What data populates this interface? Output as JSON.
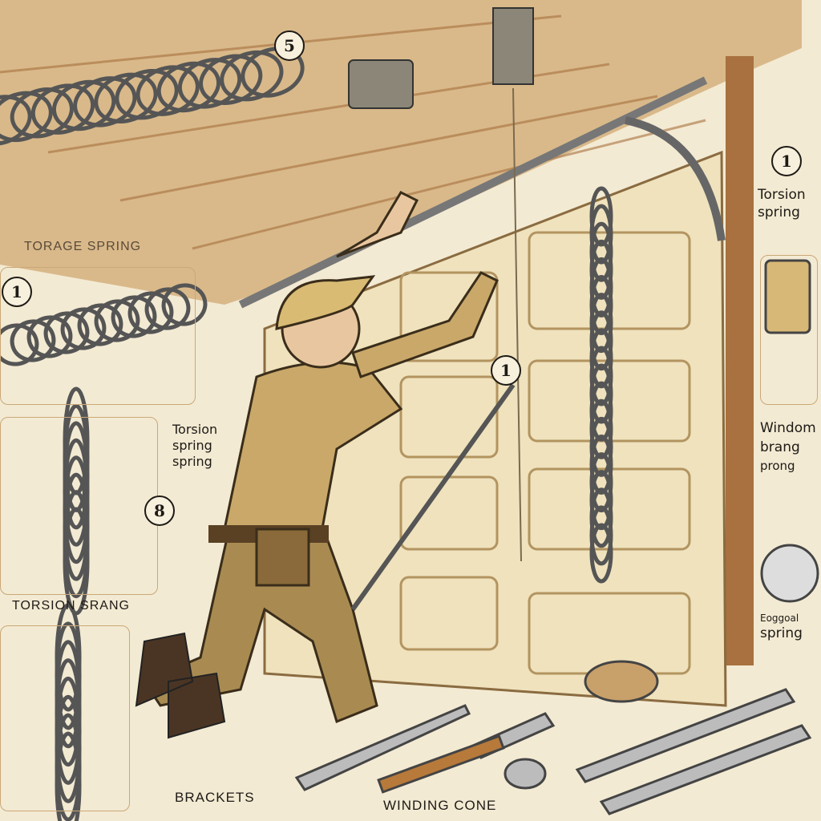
{
  "labels": {
    "storage_spring": "TORAGE SPRING",
    "torsion_spring_right": "Torsion spring",
    "torsion_spring_left_1": "Torsion",
    "torsion_spring_left_2": "spring",
    "torsion_spring_left_3": "spring",
    "torsion_srang": "TORSION SRANG",
    "winding_1": "Windom",
    "winding_2": "brang",
    "winding_3": "prong",
    "garbled_spring_1": "Eoggoal",
    "garbled_spring_2": "spring",
    "brackets": "BRACKETS",
    "winding_cone": "WINDING CONE"
  },
  "markers": {
    "top": "5",
    "left_spring": "1",
    "right_spring": "1",
    "cable": "1",
    "left_coil": "8"
  },
  "colors": {
    "paper": "#f3ead3",
    "wood": "#a8713f",
    "door": "#efe2bd",
    "worker_shirt": "#c9a869",
    "worker_pants": "#a98b52",
    "metal": "#9a9a9a"
  }
}
